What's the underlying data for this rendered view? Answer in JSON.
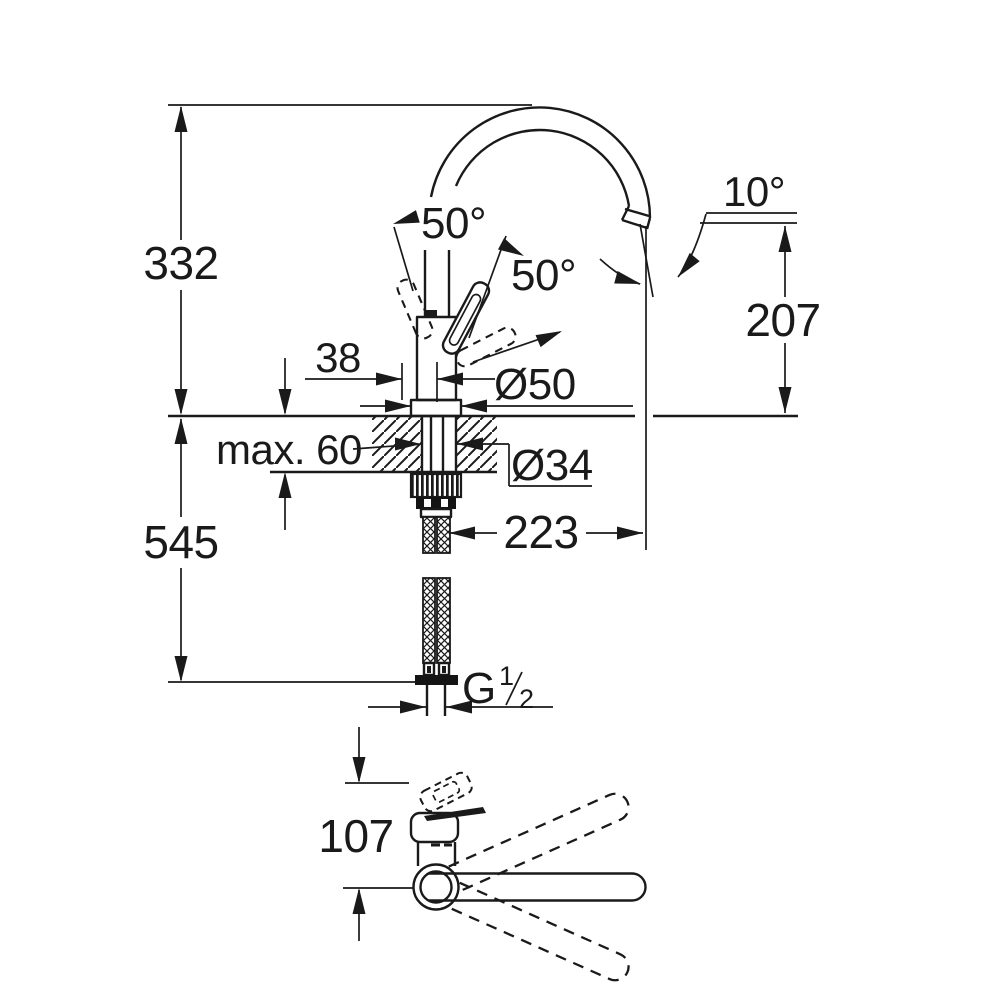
{
  "page": {
    "background": "#ffffff",
    "line_color": "#1a1a1a"
  },
  "drawing": {
    "kind": "kitchen-faucet installation dimension drawing",
    "units": "mm",
    "labels": {
      "height_above_deck": "332",
      "length_below_deck": "545",
      "handle_offset": "38",
      "max_counter_thickness": "max. 60",
      "base_diameter": "Ø50",
      "mounting_hole_diameter": "Ø34",
      "spout_reach": "223",
      "outlet_height": "207",
      "outlet_angle": "10°",
      "lever_angle_front": "50°",
      "lever_angle_side": "50°",
      "thread_letter": "G",
      "thread_numerator": "1",
      "thread_denominator": "2",
      "top_view_offset": "107"
    }
  }
}
